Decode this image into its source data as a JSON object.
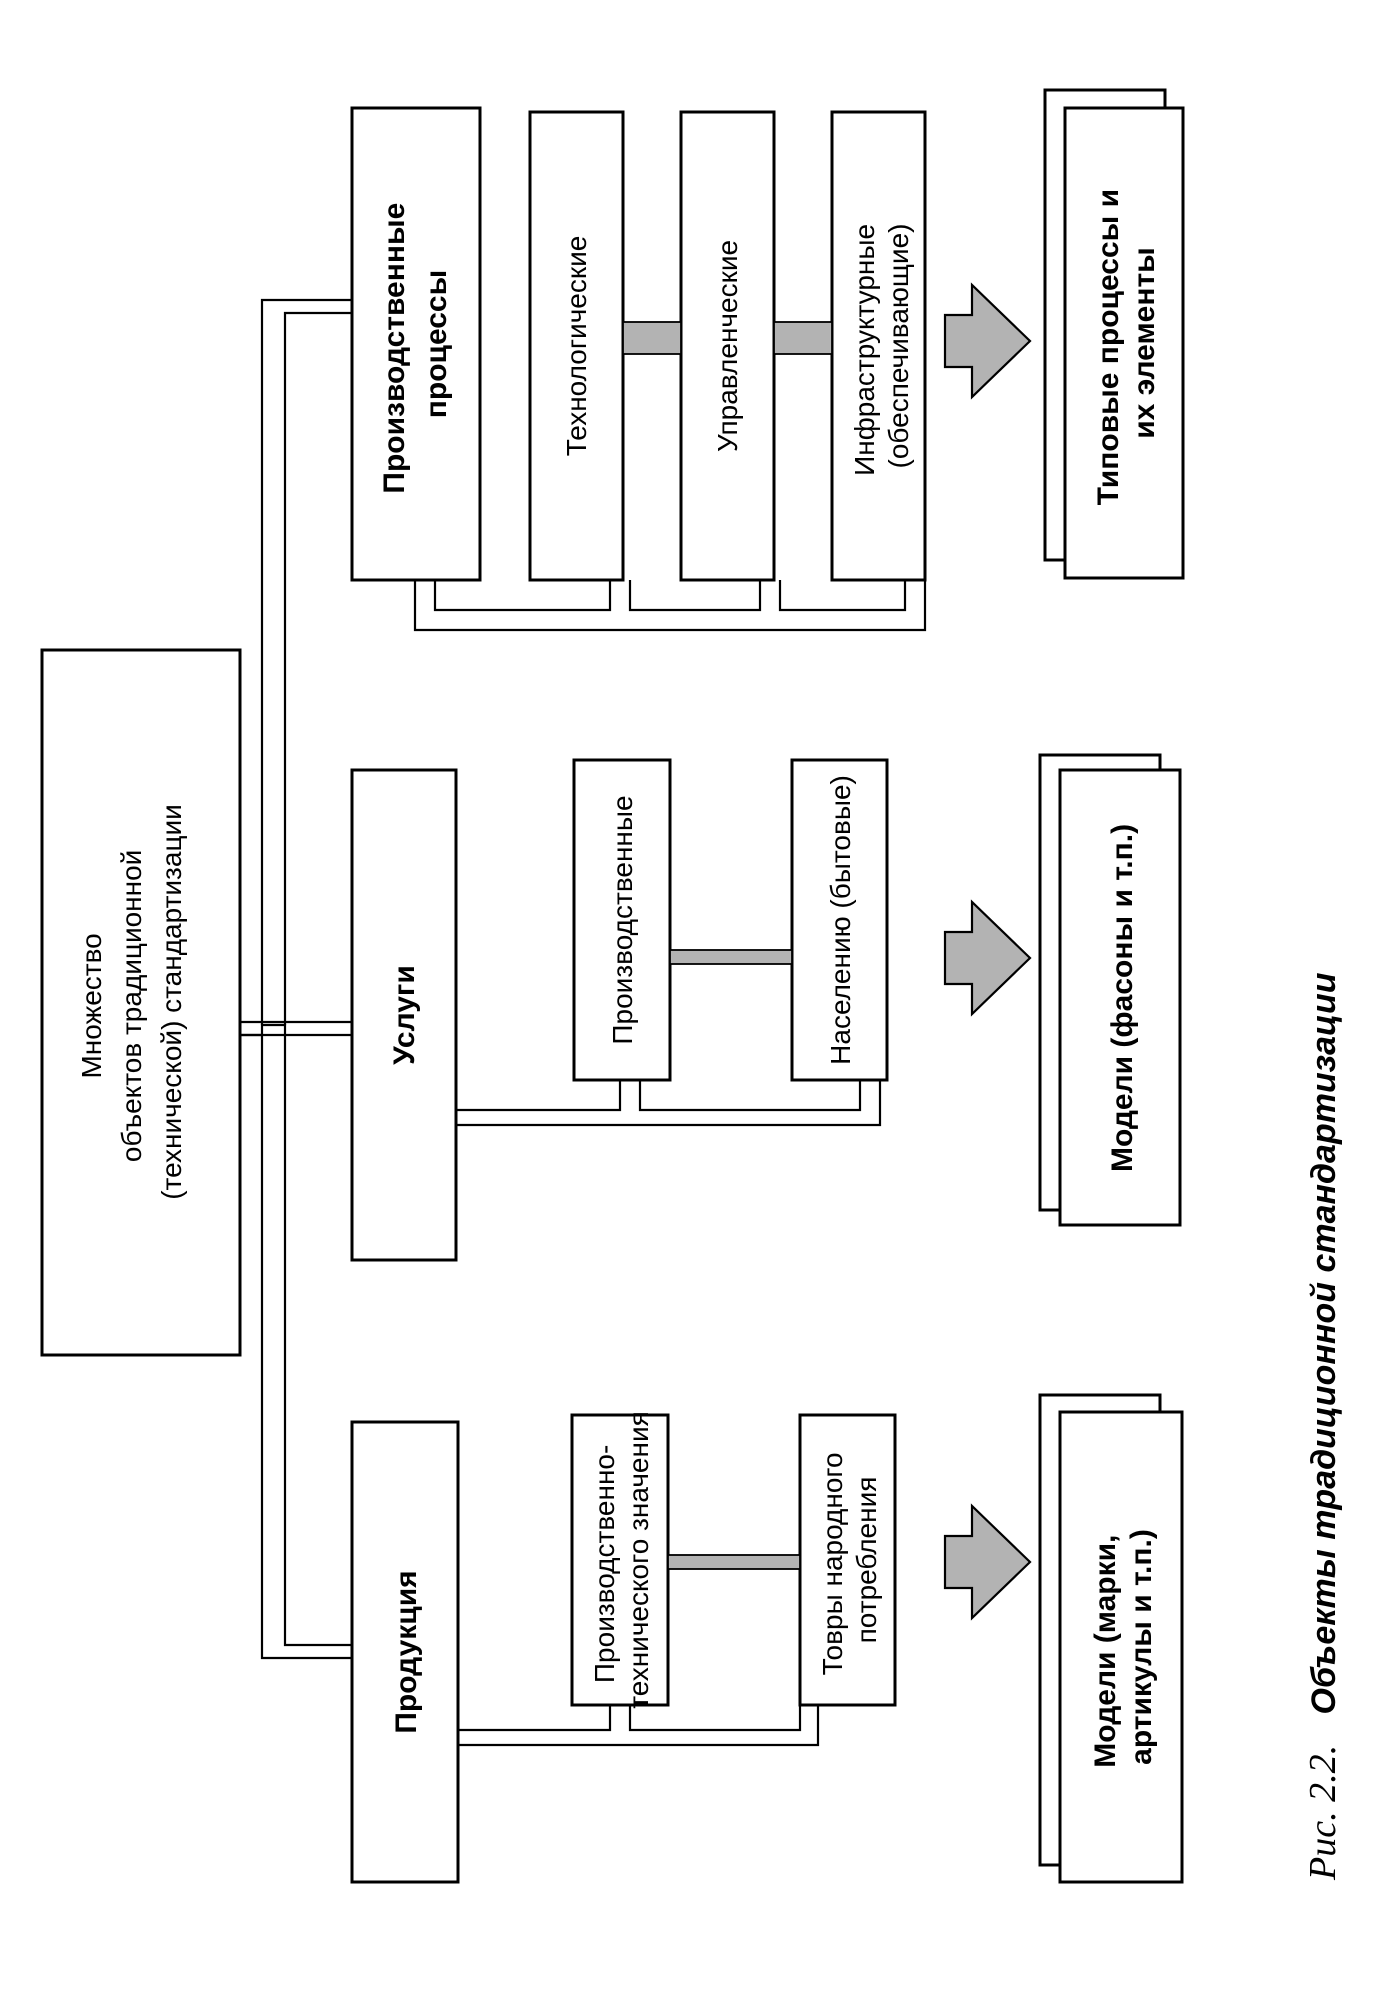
{
  "root": {
    "lines": [
      "Множество",
      "объектов традиционной",
      "(технической) стандартизации"
    ]
  },
  "columns": [
    {
      "heading": "Продукция",
      "items": [
        [
          "Производственно-",
          "технического значения"
        ],
        [
          "Товры народного",
          "потребления"
        ]
      ],
      "result": [
        "Модели (марки,",
        "артикулы и т.п.)"
      ]
    },
    {
      "heading": "Услуги",
      "items": [
        [
          "Производственные"
        ],
        [
          "Населению (бытовые)"
        ]
      ],
      "result": [
        "Модели (фасоны и т.п.)"
      ]
    },
    {
      "heading": [
        "Производственные",
        "процессы"
      ],
      "items": [
        [
          "Технологические"
        ],
        [
          "Управленческие"
        ],
        [
          "Инфраструктурные",
          "(обеспечивающие)"
        ]
      ],
      "result": [
        "Типовые процессы и",
        "их элементы"
      ]
    }
  ],
  "caption": {
    "prefix": "Рис. 2.2.",
    "title": "Объекты традиционной стандартизации"
  }
}
